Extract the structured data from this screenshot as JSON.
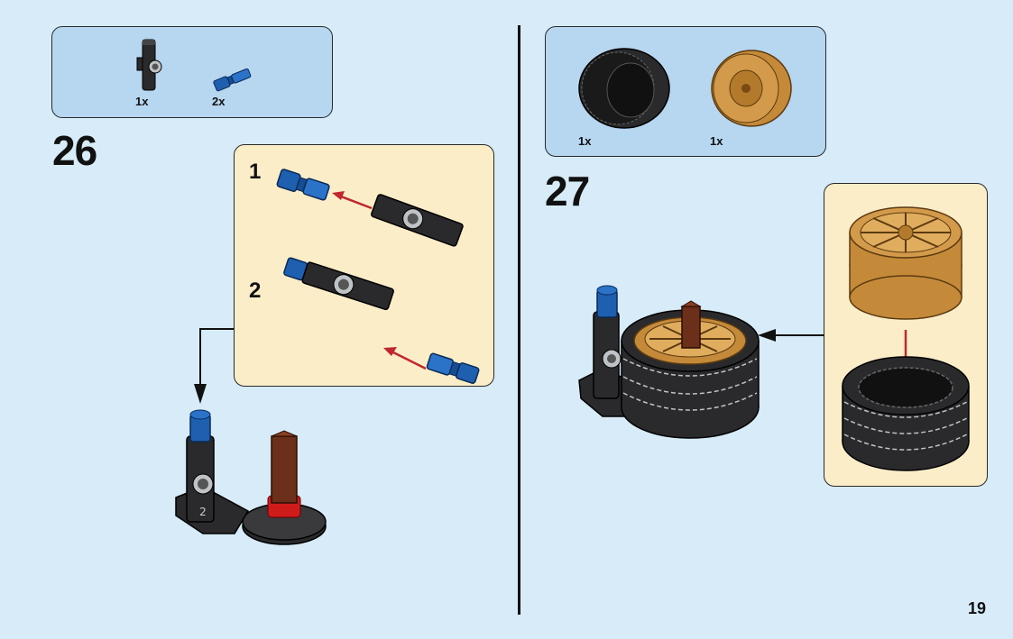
{
  "page_number": "19",
  "steps": [
    {
      "number": "26",
      "parts": [
        {
          "qty": "1x",
          "name": "black-connector-part-icon"
        },
        {
          "qty": "2x",
          "name": "blue-axle-pin-part-icon"
        }
      ],
      "substeps": [
        {
          "number": "1"
        },
        {
          "number": "2"
        }
      ]
    },
    {
      "number": "27",
      "parts": [
        {
          "qty": "1x",
          "name": "tire-part-icon"
        },
        {
          "qty": "1x",
          "name": "gold-rim-part-icon"
        }
      ]
    }
  ],
  "colors": {
    "page_background": "#d7ebf8",
    "parts_panel": "#b7d6f0",
    "substep_panel": "#fbedc8",
    "assembly_arrow": "#c0282d",
    "lego_blue": "#1e5fb0",
    "lego_black": "#1d1d1f",
    "lego_gold": "#d29a4a",
    "lego_brown": "#6b2f1a",
    "lego_red": "#d01b1b"
  }
}
